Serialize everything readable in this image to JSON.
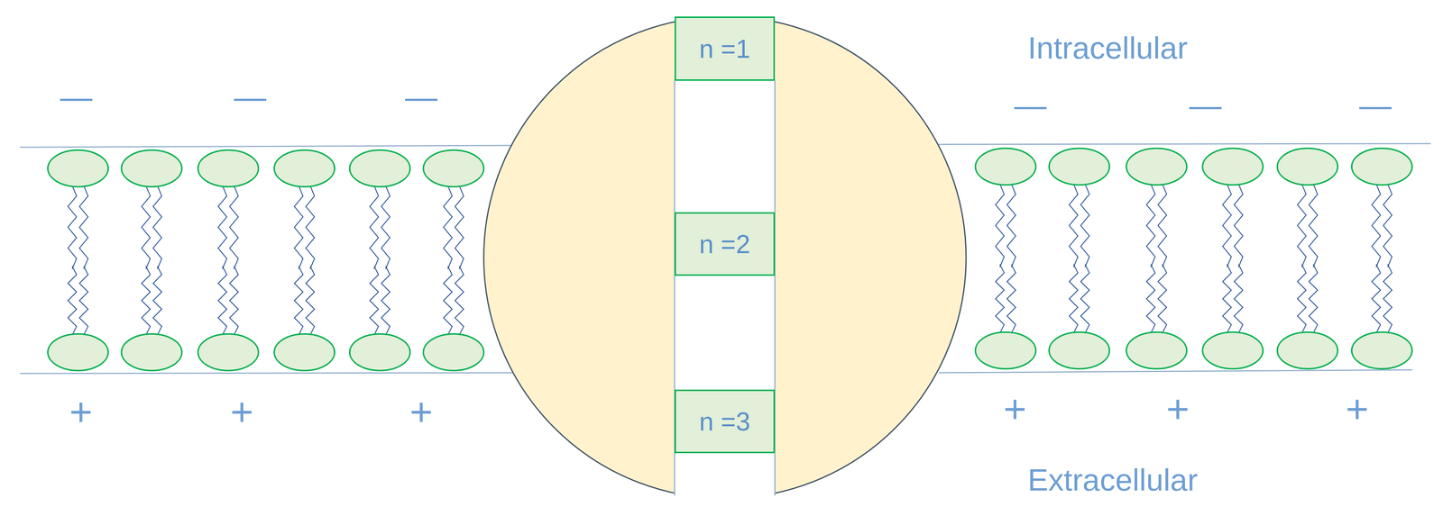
{
  "diagram": {
    "nodes": [
      {
        "text": [
          "n =1"
        ]
      },
      {
        "text": [
          "n =2"
        ]
      },
      {
        "text": [
          "n =3"
        ]
      }
    ],
    "labels": [
      "Intracellular",
      "Extracellular",
      "—",
      "—",
      "—",
      "—",
      "—",
      "—",
      "+",
      "+",
      "+",
      "+",
      "+",
      "+"
    ]
  }
}
